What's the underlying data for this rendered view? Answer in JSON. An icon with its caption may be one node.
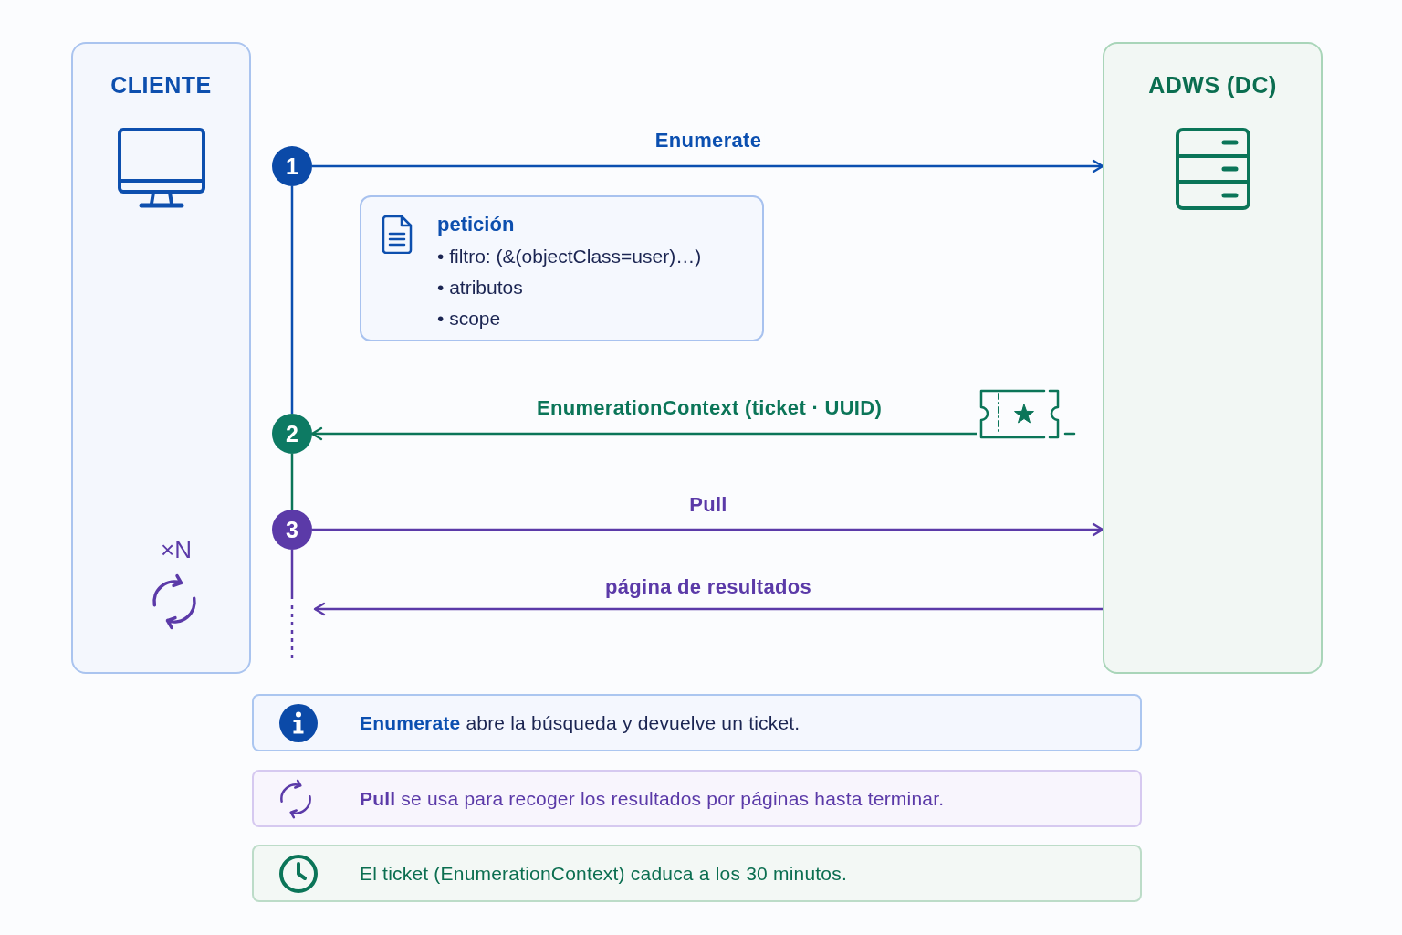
{
  "diagram": {
    "nodes": [
      {
        "text": [
          "CLIENTE"
        ]
      },
      {
        "text": [
          "ADWS (DC)"
        ]
      },
      {
        "text": [
          "1"
        ]
      },
      {
        "text": [
          "petición",
          "• filtro: (&(objectClass=user)…)",
          "• atributos",
          "• scope"
        ]
      },
      {
        "text": [],
        "shape": "picture"
      },
      {
        "text": [
          "2"
        ]
      },
      {
        "text": [
          "3"
        ]
      },
      {
        "text": [
          "**Enumerate** abre la búsqueda y devuelve un ticket."
        ]
      },
      {
        "text": [
          "**Pull** se usa para recoger los resultados por páginas hasta terminar."
        ]
      },
      {
        "text": [
          "El ticket (EnumerationContext) caduca a los 30 minutos."
        ]
      }
    ],
    "edges": [
      {
        "from": 2,
        "to": 1,
        "arrow": "to",
        "label": "Enumerate",
        "color": "#0b4fb0"
      },
      {
        "from": 4,
        "to": 5,
        "arrow": "to",
        "label": "EnumerationContext (ticket · UUID)",
        "color": "#0b7558"
      },
      {
        "from": 6,
        "to": 1,
        "arrow": "to",
        "label": "Pull",
        "color": "#5b3aa8"
      },
      {
        "from": 1,
        "to": null,
        "arrow": "to",
        "label": "página de resultados",
        "color": "#5b3aa8"
      },
      {
        "from": 2,
        "to": 5,
        "arrow": "none",
        "color": "#0b4fb0"
      },
      {
        "from": 5,
        "to": 6,
        "arrow": "none",
        "color": "#0b7558"
      },
      {
        "from": 6,
        "to": null,
        "arrow": "none",
        "style": "dashed",
        "color": "#5b3aa8"
      }
    ],
    "labels": [
      "×N"
    ]
  }
}
